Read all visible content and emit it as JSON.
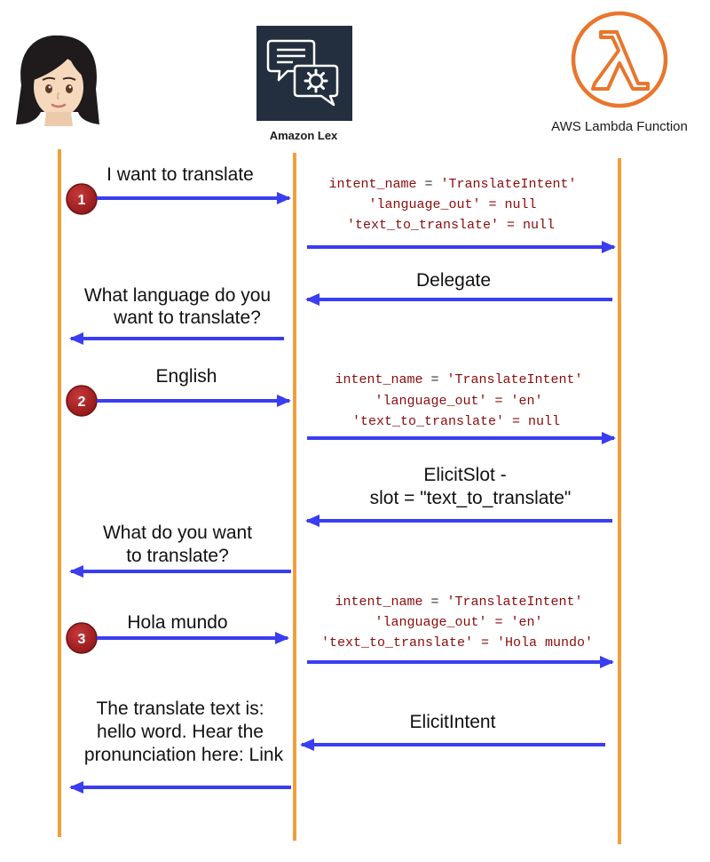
{
  "actors": {
    "lex": {
      "label": "Amazon Lex"
    },
    "lambda": {
      "label": "AWS Lambda Function"
    }
  },
  "colors": {
    "lifeline": "#f0a03c",
    "arrow": "#3a3df0",
    "code": "#8b0b0b",
    "badge": "#a51d1d",
    "lex_tile": "#232f3e",
    "lambda_orange": "#e8762d"
  },
  "steps": [
    {
      "number": "1",
      "user_says": "I want to translate"
    },
    {
      "number": "2",
      "user_says": "English"
    },
    {
      "number": "3",
      "user_says": "Hola mundo"
    }
  ],
  "requests": [
    {
      "intent_key": "intent_name",
      "intent_val": "'TranslateIntent'",
      "lang": "'language_out' = null",
      "text": "'text_to_translate' = null"
    },
    {
      "intent_key": "intent_name",
      "intent_val": "'TranslateIntent'",
      "lang": "'language_out' = 'en'",
      "text": "'text_to_translate' = null"
    },
    {
      "intent_key": "intent_name",
      "intent_val": "'TranslateIntent'",
      "lang": "'language_out' = 'en'",
      "text": "'text_to_translate' = 'Hola mundo'"
    }
  ],
  "responses": [
    {
      "lines": [
        "Delegate"
      ]
    },
    {
      "lines": [
        "ElicitSlot -",
        "slot = \"text_to_translate\""
      ]
    },
    {
      "lines": [
        "ElicitIntent"
      ]
    }
  ],
  "bot_replies": [
    {
      "lines": [
        "What language do you",
        "want to translate?"
      ]
    },
    {
      "lines": [
        "What do you want",
        "to translate?"
      ]
    },
    {
      "lines": [
        "The translate text is:",
        "hello word. Hear the",
        "pronunciation here: Link"
      ]
    }
  ]
}
